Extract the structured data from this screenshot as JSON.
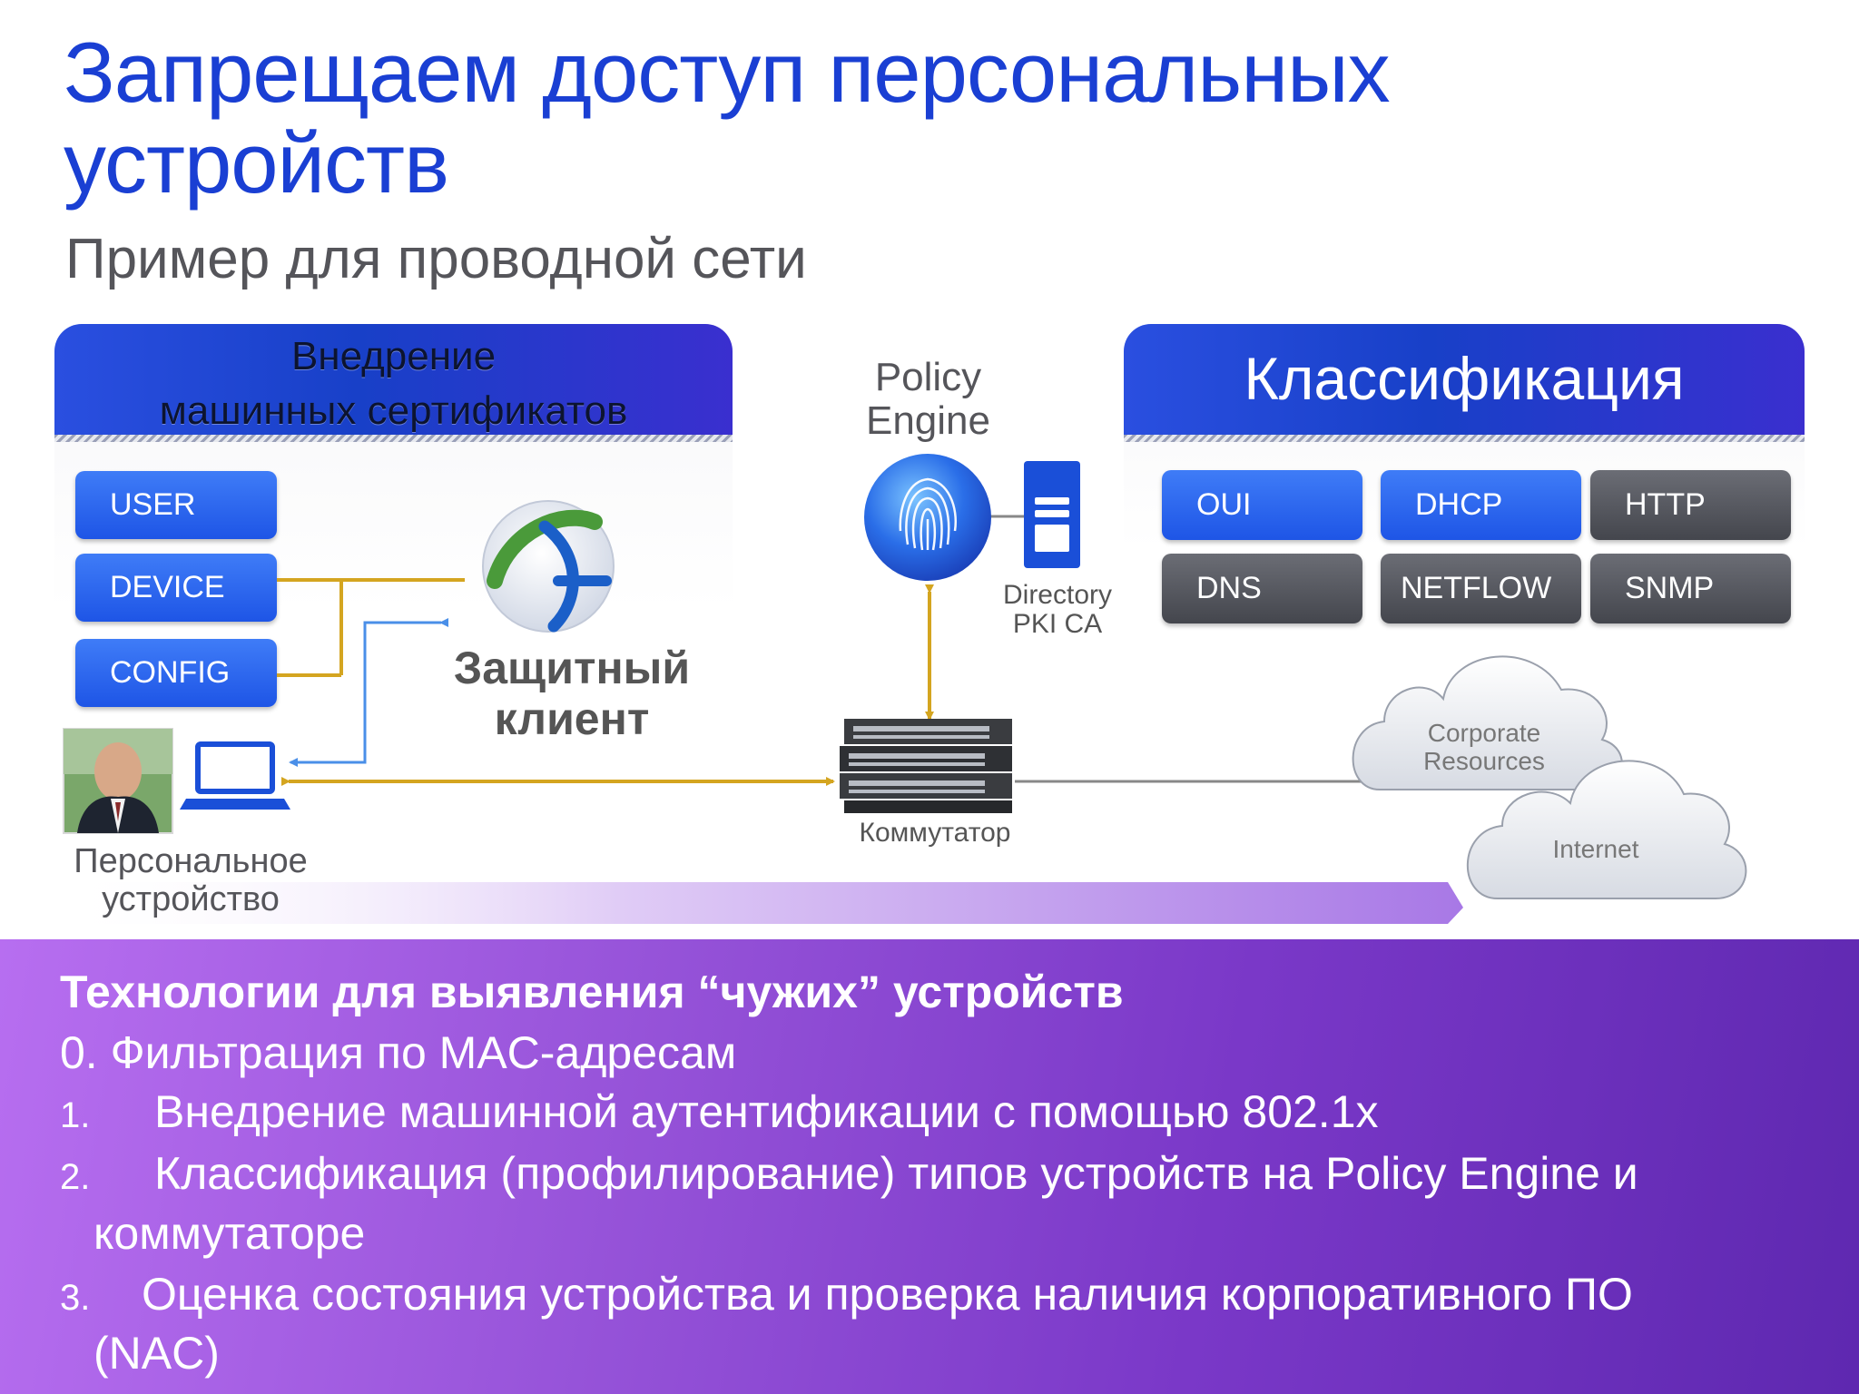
{
  "title": "Запрещаем доступ персональных устройств",
  "subtitle": "Пример для проводной сети",
  "left_panel": {
    "heading_line1": "Внедрение",
    "heading_line2": "машинных сертификатов",
    "items": [
      "USER",
      "DEVICE",
      "CONFIG"
    ]
  },
  "secure_client": {
    "line1": "Защитный",
    "line2": "клиент"
  },
  "policy_engine": {
    "line1": "Policy",
    "line2": "Engine"
  },
  "directory": {
    "line1": "Directory",
    "line2": "PKI CA"
  },
  "switch": {
    "label": "Коммутатор"
  },
  "personal_device": {
    "line1": "Персональное",
    "line2": "устройство"
  },
  "right_panel": {
    "heading": "Классификация",
    "items": [
      {
        "label": "OUI",
        "style": "blue"
      },
      {
        "label": "DHCP",
        "style": "blue"
      },
      {
        "label": "HTTP",
        "style": "gray"
      },
      {
        "label": "DNS",
        "style": "gray"
      },
      {
        "label": "NETFLOW",
        "style": "gray"
      },
      {
        "label": "SNMP",
        "style": "gray"
      }
    ]
  },
  "clouds": {
    "corporate_line1": "Corporate",
    "corporate_line2": "Resources",
    "internet": "Internet"
  },
  "bottom": {
    "heading": "Технологии для выявления “чужих” устройств",
    "item0": "0. Фильтрация по MAC-адресам",
    "item1_num": "1.",
    "item1": "Внедрение  машинной аутентификации с помощью 802.1x",
    "item2_num": "2.",
    "item2_line1": "Классификация (профилирование) типов устройств на Policy Engine и",
    "item2_line2": "коммутаторе",
    "item3_num": "3.",
    "item3_line1": "Оценка состояния устройства и проверка наличия корпоративного ПО",
    "item3_line2": "(NAC)"
  },
  "colors": {
    "title": "#1a3fd3",
    "link_gold": "#d4a520",
    "link_blue": "#4a8fe8",
    "pill_blue": "#2b63ee",
    "pill_gray": "#55575e"
  }
}
